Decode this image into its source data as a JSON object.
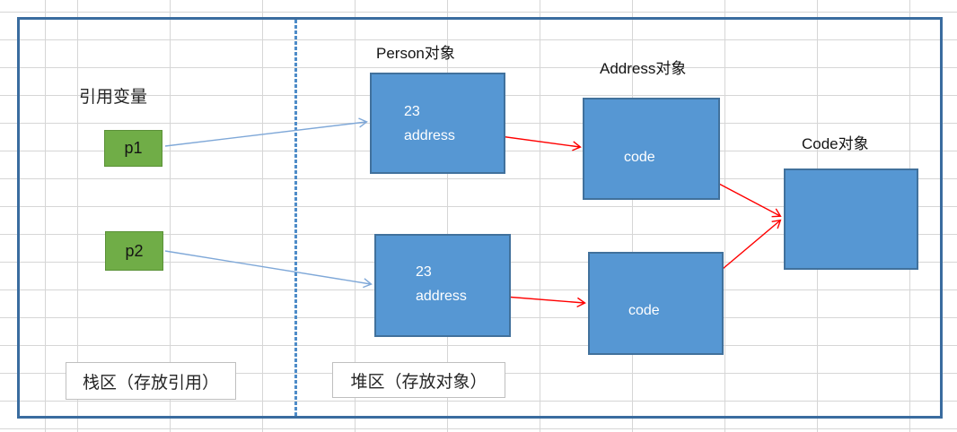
{
  "labels": {
    "reference_variables": "引用变量",
    "stack_footer": "栈区（存放引用）",
    "heap_footer": "堆区（存放对象）"
  },
  "variables": [
    {
      "name": "p1"
    },
    {
      "name": "p2"
    }
  ],
  "objects": {
    "person1": {
      "title": "Person对象",
      "fields": [
        "23",
        "address"
      ]
    },
    "person2": {
      "fields": [
        "23",
        "address"
      ]
    },
    "address1": {
      "title": "Address对象",
      "fields": [
        "code"
      ]
    },
    "address2": {
      "fields": [
        "code"
      ]
    },
    "code": {
      "title": "Code对象",
      "fields": []
    }
  },
  "arrows": [
    {
      "from": "p1",
      "to": "person1",
      "color": "#7FA8D8"
    },
    {
      "from": "p2",
      "to": "person2",
      "color": "#7FA8D8"
    },
    {
      "from": "person1.address",
      "to": "address1",
      "color": "#FF0000"
    },
    {
      "from": "address1.code",
      "to": "code",
      "color": "#FF0000"
    },
    {
      "from": "person2.address",
      "to": "address2",
      "color": "#FF0000"
    },
    {
      "from": "address2.code",
      "to": "code",
      "color": "#FF0000"
    }
  ],
  "colors": {
    "frame_border": "#3A6C9F",
    "grid_line": "#D6D6D6",
    "divider_dotted": "#4E8CC8",
    "object_fill": "#5697D3",
    "object_border": "#41719C",
    "object_text": "#FFFFFF",
    "variable_fill": "#70AD47",
    "variable_border": "#5A9137",
    "reference_arrow": "#7FA8D8",
    "field_arrow": "#FF0000"
  }
}
